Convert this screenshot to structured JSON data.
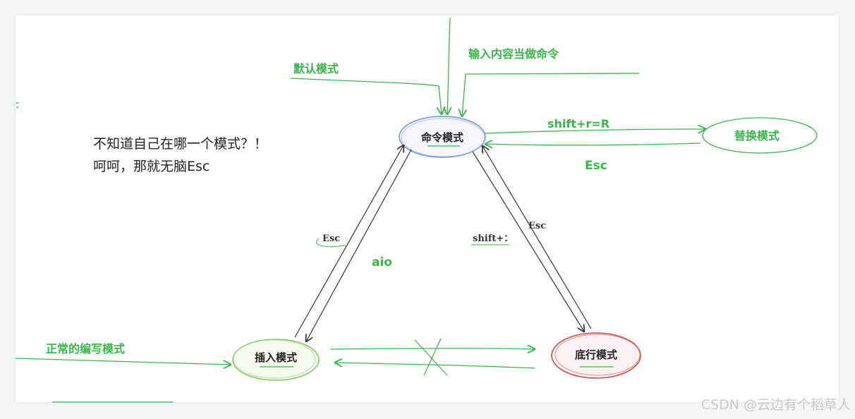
{
  "nodes": {
    "command": "命令模式",
    "replace": "替换模式",
    "insert": "插入模式",
    "bottom": "底行模式"
  },
  "labels": {
    "default_mode": "默认模式",
    "input_as_command": "输入内容当做命令",
    "shift_r": "shift+r=R",
    "esc_replace": "Esc",
    "esc_insert": "Esc",
    "aio": "aio",
    "shift_colon": "shift+：",
    "esc_bottom": "Esc",
    "normal_edit": "正常的编写模式"
  },
  "note": {
    "line1": "不知道自己在哪一个模式？！",
    "line2": "呵呵，那就无脑Esc"
  },
  "watermark": "CSDN @云边有个稻草人",
  "colors": {
    "arrow_green": "#3ab54a",
    "command_node": "#6f8fd6",
    "replace_node": "#3ab54a",
    "insert_node": "#8dc26f",
    "bottom_node": "#d04a4a",
    "black_arrow": "#333333"
  }
}
